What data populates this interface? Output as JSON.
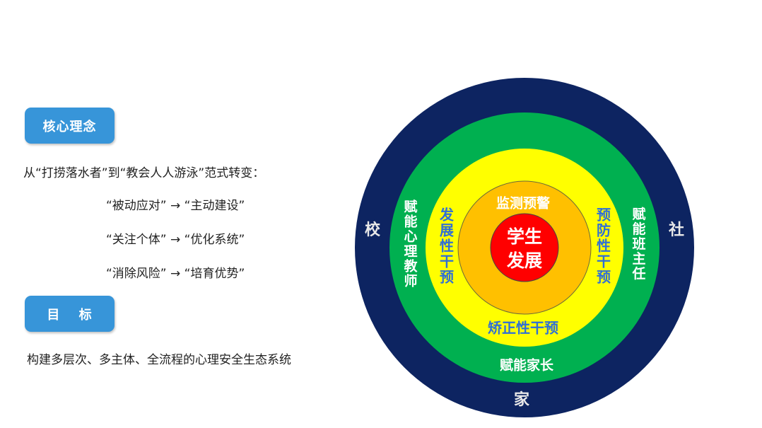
{
  "left": {
    "core_button": "核心理念",
    "paradigm": "从“打捞落水者”到“教会人人游泳”范式转变：",
    "shifts": [
      "“被动应对” → “主动建设”",
      "“关注个体” → “优化系统”",
      "“消除风险” → “培育优势”"
    ],
    "goal_button": "目　 标",
    "goal_text": "构建多层次、多主体、全流程的心理安全生态系统"
  },
  "diagram": {
    "outer": {
      "left": "校",
      "right": "社",
      "bottom": "家"
    },
    "green": {
      "left": "赋能心理教师",
      "right": "赋能班主任",
      "bottom": "赋能家长"
    },
    "yellow": {
      "left": "发展性干预",
      "right": "预防性干预",
      "bottom": "矫正性干预"
    },
    "orange": {
      "top": "监测预警"
    },
    "center": {
      "line1": "学生",
      "line2": "发展"
    },
    "colors": {
      "outer": "#0d2461",
      "green": "#00b050",
      "yellow": "#ffff00",
      "orange": "#ffc000",
      "red": "#ff0000",
      "blue_text": "#2f6fd6"
    }
  }
}
